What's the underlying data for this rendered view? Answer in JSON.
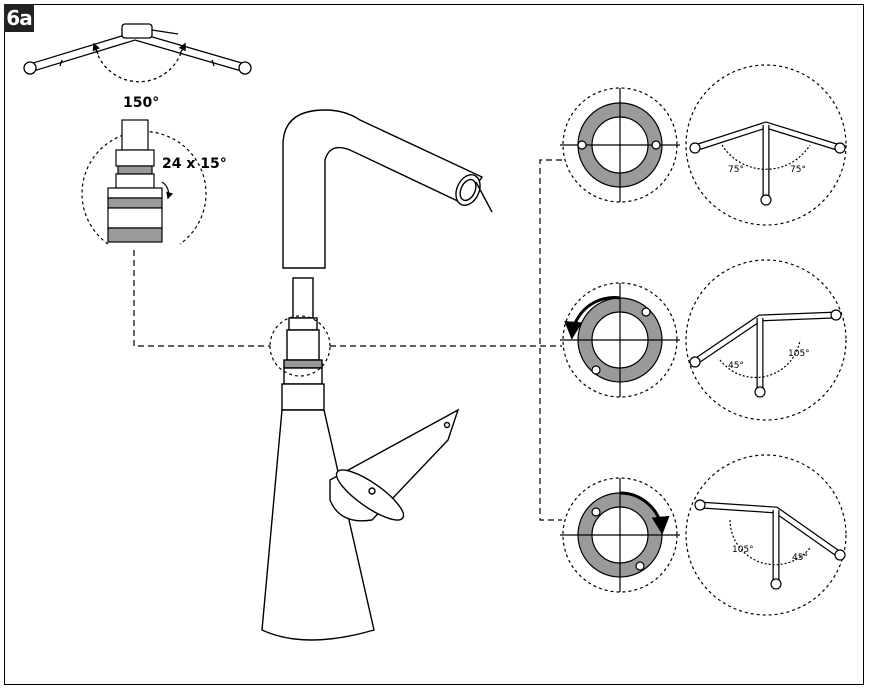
{
  "step_label": "6a",
  "swivel_angle": "150°",
  "ratchet_label": "24 x 15°",
  "positions": [
    {
      "left": "75°",
      "right": "75°"
    },
    {
      "left": "45°",
      "right": "105°"
    },
    {
      "left": "105°",
      "right": "45°"
    }
  ],
  "colors": {
    "line": "#000000",
    "ring_fill": "#9a9a9a",
    "background": "#ffffff"
  }
}
